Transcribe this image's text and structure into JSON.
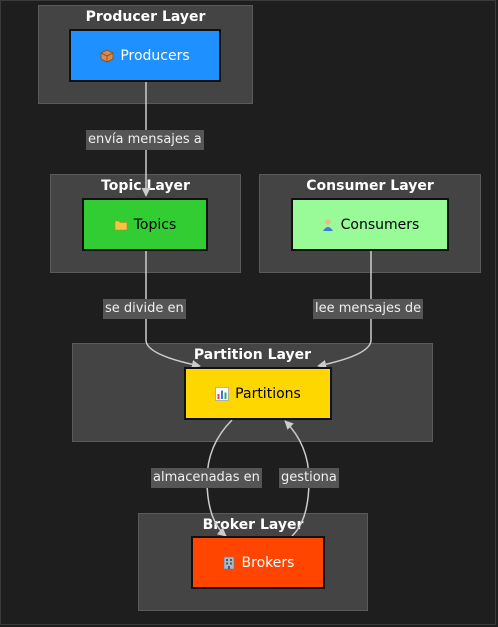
{
  "clusters": {
    "producer": {
      "title": "Producer Layer"
    },
    "topic": {
      "title": "Topic Layer"
    },
    "consumer": {
      "title": "Consumer Layer"
    },
    "partition": {
      "title": "Partition Layer"
    },
    "broker": {
      "title": "Broker Layer"
    }
  },
  "nodes": {
    "producers": {
      "label": "Producers",
      "icon": "package-icon",
      "color": "#1e90ff"
    },
    "topics": {
      "label": "Topics",
      "icon": "folder-icon",
      "color": "#32cd32"
    },
    "consumers": {
      "label": "Consumers",
      "icon": "consumer-icon",
      "color": "#98fb98"
    },
    "partitions": {
      "label": "Partitions",
      "icon": "bar-chart-icon",
      "color": "#ffd700"
    },
    "brokers": {
      "label": "Brokers",
      "icon": "building-icon",
      "color": "#ff4500"
    }
  },
  "edges": {
    "producers_topics": "envía mensajes a",
    "topics_partitions": "se divide en",
    "consumers_partitions": "lee mensajes de",
    "partitions_brokers": "almacenadas en",
    "brokers_partitions": "gestiona"
  }
}
